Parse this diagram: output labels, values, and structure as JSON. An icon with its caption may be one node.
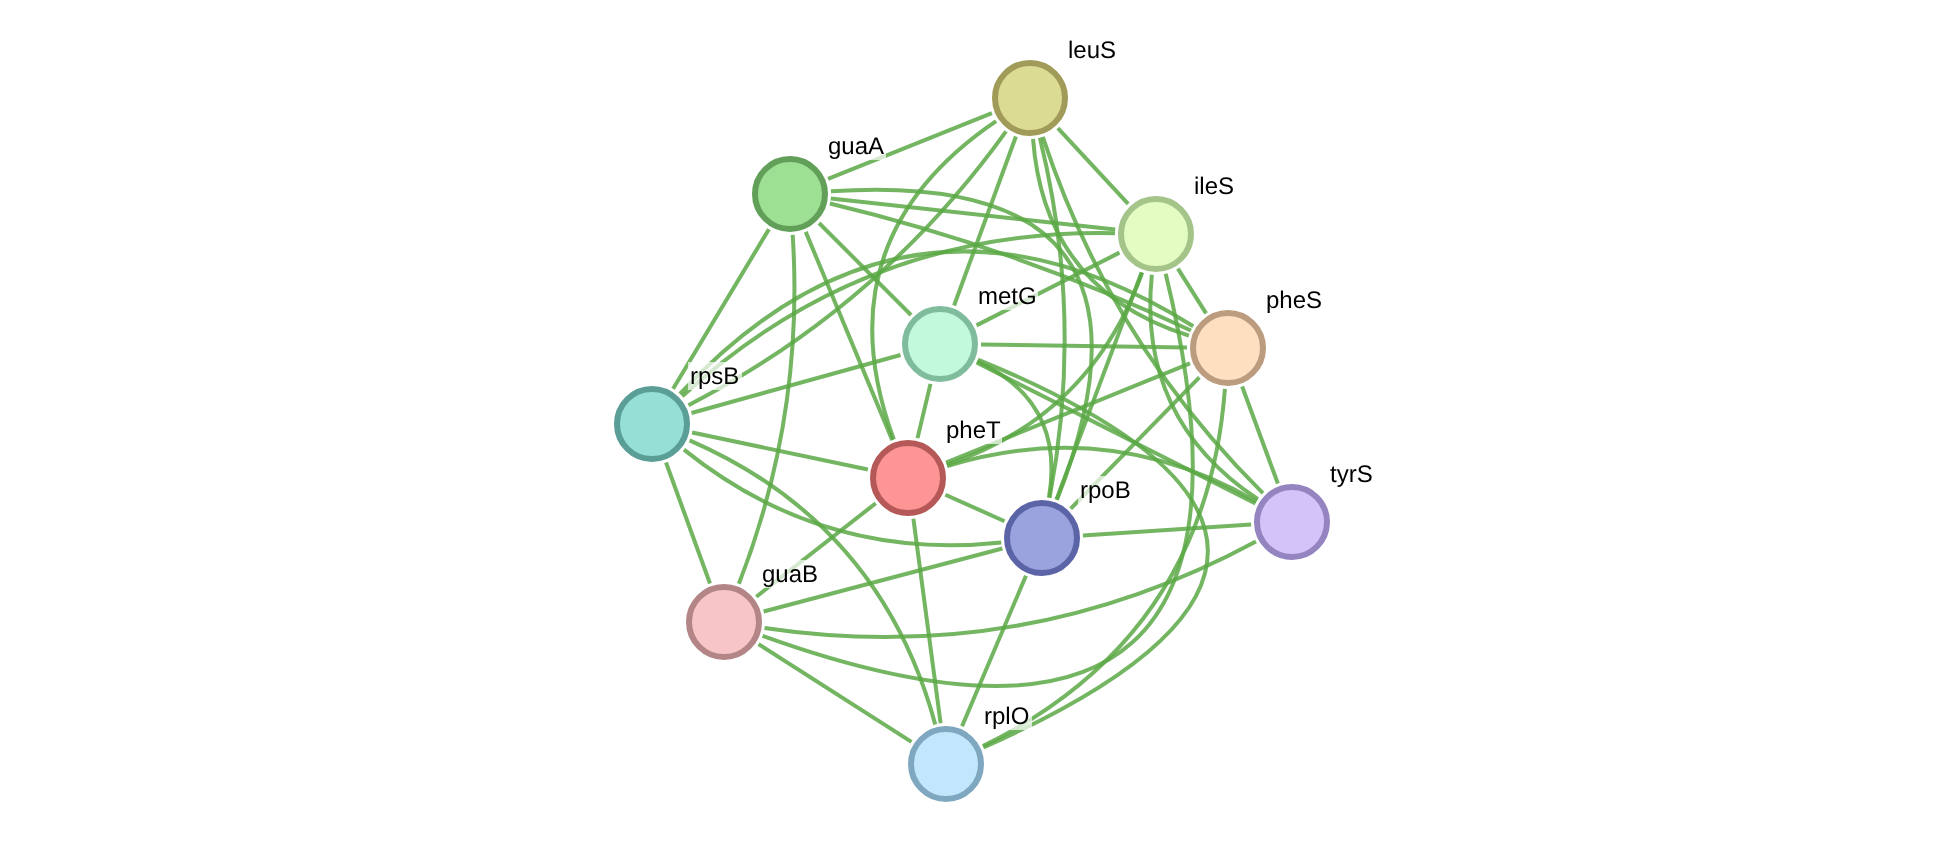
{
  "diagram": {
    "nodes": [
      {
        "text": [
          "leuS"
        ]
      },
      {
        "text": [
          "guaA"
        ]
      },
      {
        "text": [
          "ileS"
        ]
      },
      {
        "text": [
          "metG"
        ]
      },
      {
        "text": [
          "pheS"
        ]
      },
      {
        "text": [
          "rpsB"
        ]
      },
      {
        "text": [
          "pheT"
        ]
      },
      {
        "text": [
          "rpoB"
        ]
      },
      {
        "text": [
          "tyrS"
        ]
      },
      {
        "text": [
          "guaB"
        ]
      },
      {
        "text": [
          "rplO"
        ]
      }
    ],
    "edges": [
      {
        "from": 0,
        "to": 1,
        "arrow": "none"
      },
      {
        "from": 0,
        "to": 2,
        "arrow": "none"
      },
      {
        "from": 0,
        "to": 3,
        "arrow": "none"
      },
      {
        "from": 0,
        "to": 4,
        "arrow": "none"
      },
      {
        "from": 0,
        "to": 5,
        "arrow": "none"
      },
      {
        "from": 0,
        "to": 6,
        "arrow": "none"
      },
      {
        "from": 0,
        "to": 7,
        "arrow": "none"
      },
      {
        "from": 0,
        "to": 8,
        "arrow": "none"
      },
      {
        "from": 1,
        "to": 2,
        "arrow": "none"
      },
      {
        "from": 1,
        "to": 3,
        "arrow": "none"
      },
      {
        "from": 1,
        "to": 4,
        "arrow": "none"
      },
      {
        "from": 1,
        "to": 5,
        "arrow": "none"
      },
      {
        "from": 1,
        "to": 6,
        "arrow": "none"
      },
      {
        "from": 1,
        "to": 7,
        "arrow": "none"
      },
      {
        "from": 1,
        "to": 9,
        "arrow": "none"
      },
      {
        "from": 2,
        "to": 3,
        "arrow": "none"
      },
      {
        "from": 2,
        "to": 4,
        "arrow": "none"
      },
      {
        "from": 2,
        "to": 5,
        "arrow": "none"
      },
      {
        "from": 2,
        "to": 6,
        "arrow": "none"
      },
      {
        "from": 2,
        "to": 7,
        "arrow": "none"
      },
      {
        "from": 2,
        "to": 8,
        "arrow": "none"
      },
      {
        "from": 2,
        "to": 9,
        "arrow": "none"
      },
      {
        "from": 3,
        "to": 4,
        "arrow": "none"
      },
      {
        "from": 3,
        "to": 5,
        "arrow": "none"
      },
      {
        "from": 3,
        "to": 6,
        "arrow": "none"
      },
      {
        "from": 3,
        "to": 7,
        "arrow": "none"
      },
      {
        "from": 3,
        "to": 8,
        "arrow": "none"
      },
      {
        "from": 3,
        "to": 10,
        "arrow": "none"
      },
      {
        "from": 4,
        "to": 5,
        "arrow": "none"
      },
      {
        "from": 4,
        "to": 6,
        "arrow": "none"
      },
      {
        "from": 4,
        "to": 7,
        "arrow": "none"
      },
      {
        "from": 4,
        "to": 8,
        "arrow": "none"
      },
      {
        "from": 4,
        "to": 10,
        "arrow": "none"
      },
      {
        "from": 5,
        "to": 6,
        "arrow": "none"
      },
      {
        "from": 5,
        "to": 7,
        "arrow": "none"
      },
      {
        "from": 5,
        "to": 9,
        "arrow": "none"
      },
      {
        "from": 5,
        "to": 10,
        "arrow": "none"
      },
      {
        "from": 6,
        "to": 7,
        "arrow": "none"
      },
      {
        "from": 6,
        "to": 8,
        "arrow": "none"
      },
      {
        "from": 6,
        "to": 9,
        "arrow": "none"
      },
      {
        "from": 6,
        "to": 10,
        "arrow": "none"
      },
      {
        "from": 7,
        "to": 8,
        "arrow": "none"
      },
      {
        "from": 7,
        "to": 9,
        "arrow": "none"
      },
      {
        "from": 7,
        "to": 10,
        "arrow": "none"
      },
      {
        "from": 8,
        "to": 9,
        "arrow": "none"
      },
      {
        "from": 9,
        "to": 10,
        "arrow": "none"
      }
    ]
  }
}
